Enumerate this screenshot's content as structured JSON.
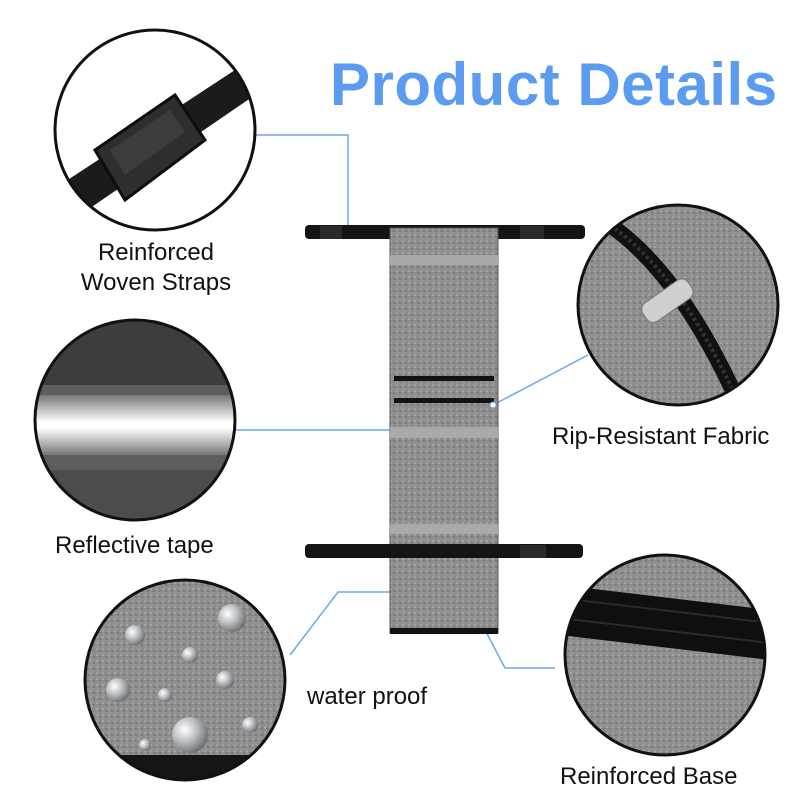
{
  "title": "Product Details",
  "features": {
    "straps": {
      "line1": "Reinforced",
      "line2": "Woven Straps"
    },
    "fabric": "Rip-Resistant Fabric",
    "tape": "Reflective tape",
    "waterproof": "water proof",
    "base": "Reinforced Base"
  },
  "colors": {
    "title": "#5b9cf0",
    "callout_line": "#6aa8ea",
    "fabric_gray": "#8f8f8f",
    "strap_black": "#141414"
  }
}
